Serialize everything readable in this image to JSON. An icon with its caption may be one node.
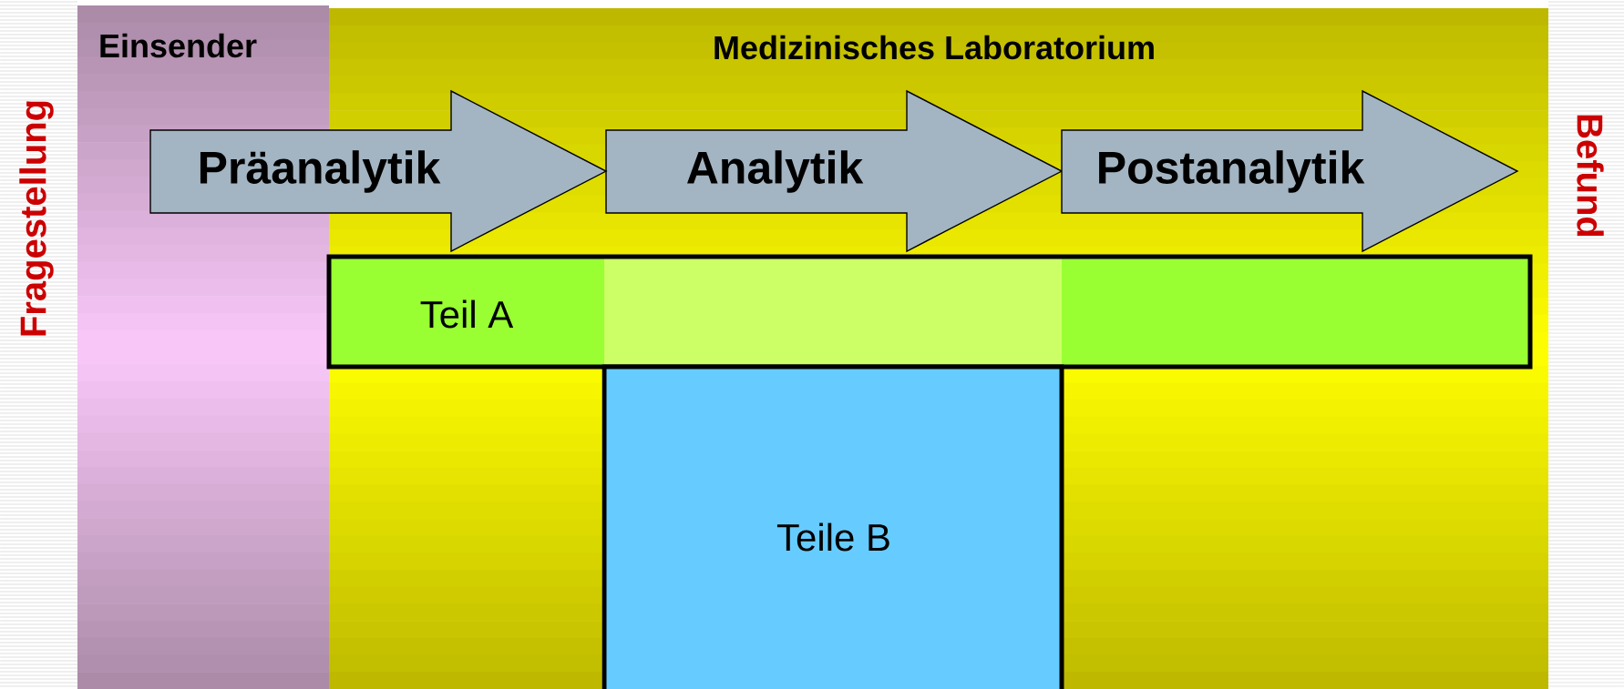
{
  "diagram": {
    "nodes": [
      {
        "text": [
          "Einsender"
        ]
      },
      {
        "text": [
          "Medizinisches Laboratorium"
        ]
      },
      {
        "text": [
          "Präanalytik"
        ]
      },
      {
        "text": [
          "Analytik"
        ],
        "in": 1
      },
      {
        "text": [
          "Postanalytik"
        ],
        "in": 1
      },
      {
        "text": [
          "Teil A"
        ],
        "in": 1
      },
      {
        "text": [
          "Teile B"
        ],
        "in": 1
      }
    ],
    "labels": [
      "Fragestellung",
      "Befund"
    ]
  }
}
